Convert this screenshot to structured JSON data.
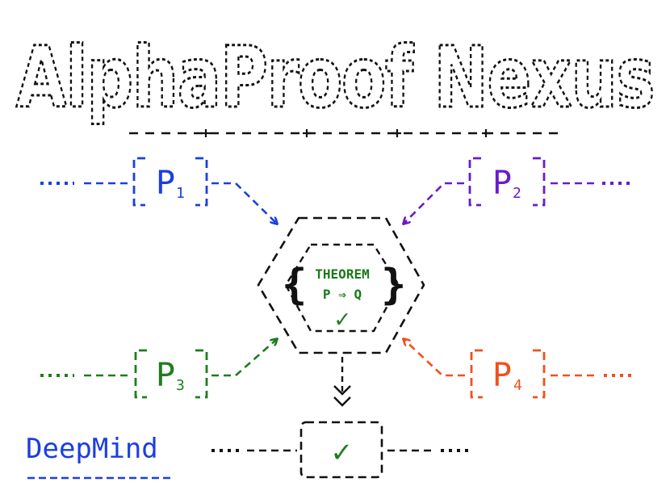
{
  "title": "AlphaProof Nexus",
  "colors": {
    "ink": "#111111",
    "p1": "#1a3fe0",
    "p2": "#6a1bc9",
    "p3": "#1e7d1e",
    "p4": "#f0501e",
    "check": "#1e7d1e",
    "brand": "#1a3fe0"
  },
  "premises": [
    {
      "letter": "P",
      "subscript": "1",
      "color": "#1a3fe0"
    },
    {
      "letter": "P",
      "subscript": "2",
      "color": "#6a1bc9"
    },
    {
      "letter": "P",
      "subscript": "3",
      "color": "#1e7d1e"
    },
    {
      "letter": "P",
      "subscript": "4",
      "color": "#f0501e"
    }
  ],
  "theorem": {
    "label": "THEOREM",
    "statement": "P ⇒ Q",
    "brace_open": "{",
    "brace_close": "}",
    "check": "✓"
  },
  "result": {
    "check": "✓"
  },
  "brand": "DeepMind"
}
